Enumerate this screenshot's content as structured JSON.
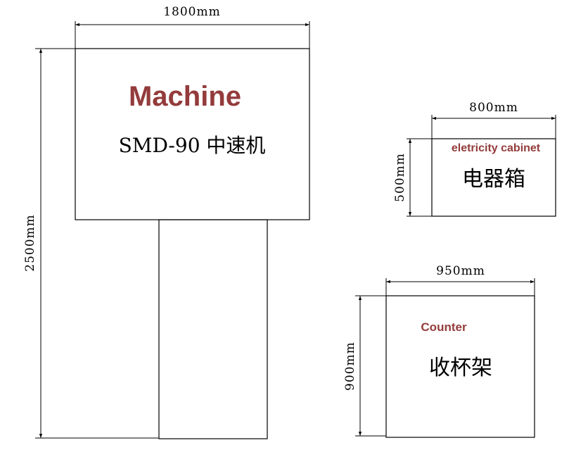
{
  "colors": {
    "label_accent": "#943b3b",
    "line": "#000000"
  },
  "machine": {
    "label_en": "Machine",
    "label_cn": "SMD-90 中速机",
    "width_dim": "1800mm",
    "height_dim": "2500mm"
  },
  "cabinet": {
    "label_en": "eletricity cabinet",
    "label_cn": "电器箱",
    "width_dim": "800mm",
    "height_dim": "500mm"
  },
  "counter": {
    "label_en": "Counter",
    "label_cn": "收杯架",
    "width_dim": "950mm",
    "height_dim": "900mm"
  }
}
